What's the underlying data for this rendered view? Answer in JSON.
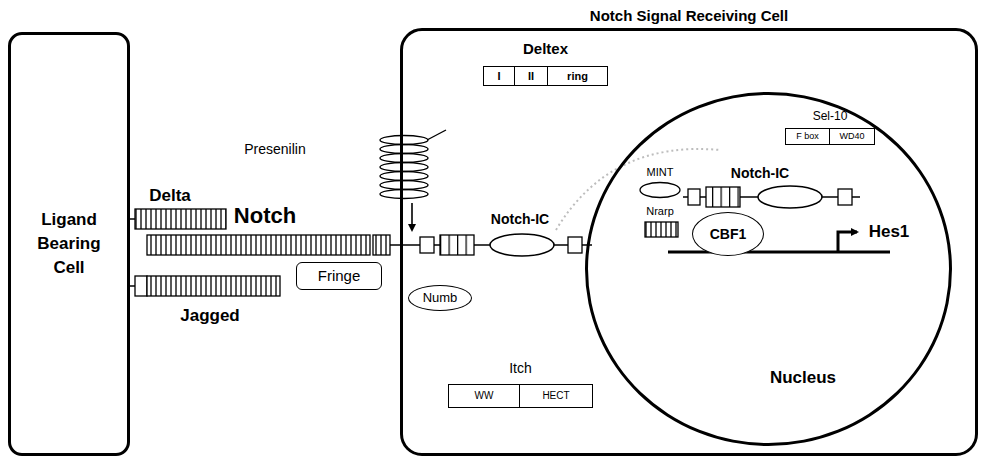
{
  "diagram": {
    "nodes": [
      {
        "text": [
          "Ligand Bearing Cell"
        ]
      },
      {
        "text": [
          "Fringe"
        ]
      },
      {
        "text": [
          "Notch Signal Receiving Cell"
        ]
      },
      {
        "text": [
          "Deltex"
        ],
        "in": 2
      },
      {
        "text": [
          "I"
        ],
        "in": 3
      },
      {
        "text": [
          "II"
        ],
        "in": 3
      },
      {
        "text": [
          "ring"
        ],
        "in": 3
      },
      {
        "text": [
          "Numb"
        ],
        "in": 2
      },
      {
        "text": [
          "Itch"
        ],
        "in": 2
      },
      {
        "text": [
          "WW"
        ],
        "in": 8
      },
      {
        "text": [
          "HECT"
        ],
        "in": 8
      },
      {
        "text": [
          "Nucleus"
        ],
        "in": 2
      },
      {
        "text": [
          "Sel-10"
        ],
        "in": 11
      },
      {
        "text": [
          "F box"
        ],
        "in": 12
      },
      {
        "text": [
          "WD40"
        ],
        "in": 12
      },
      {
        "text": [
          "CBF1"
        ],
        "in": 11
      }
    ],
    "labels": [
      "Delta",
      "Notch",
      "Jagged",
      "Presenilin",
      "Notch-IC",
      "MINT",
      "Nrarp",
      "Notch-IC",
      "Hes1"
    ]
  }
}
